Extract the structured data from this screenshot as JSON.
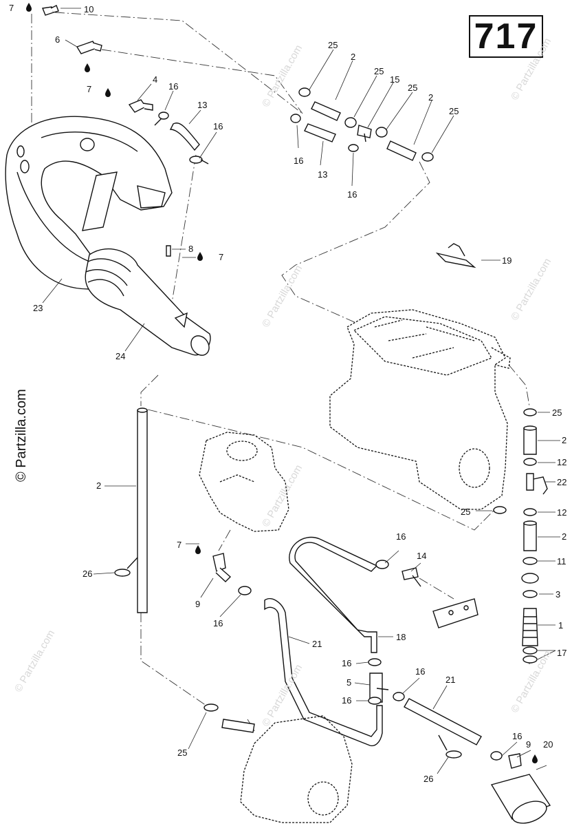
{
  "page_number": "717",
  "copyright": "© Partzilla.com",
  "watermark": "© Partzilla.com",
  "callouts": [
    {
      "id": "c-7a",
      "text": "7",
      "drop": true
    },
    {
      "id": "c-10",
      "text": "10"
    },
    {
      "id": "c-6",
      "text": "6"
    },
    {
      "id": "c-7b",
      "text": "7",
      "drop": true
    },
    {
      "id": "c-4",
      "text": "4"
    },
    {
      "id": "c-16a",
      "text": "16"
    },
    {
      "id": "c-13a",
      "text": "13"
    },
    {
      "id": "c-16b",
      "text": "16"
    },
    {
      "id": "c-25a",
      "text": "25"
    },
    {
      "id": "c-2a",
      "text": "2"
    },
    {
      "id": "c-25b",
      "text": "25"
    },
    {
      "id": "c-15",
      "text": "15"
    },
    {
      "id": "c-25c",
      "text": "25"
    },
    {
      "id": "c-2b",
      "text": "2"
    },
    {
      "id": "c-25d",
      "text": "25"
    },
    {
      "id": "c-16c",
      "text": "16"
    },
    {
      "id": "c-13b",
      "text": "13"
    },
    {
      "id": "c-16d",
      "text": "16"
    },
    {
      "id": "c-8",
      "text": "8"
    },
    {
      "id": "c-7c",
      "text": "7",
      "drop": true
    },
    {
      "id": "c-19",
      "text": "19"
    },
    {
      "id": "c-23",
      "text": "23"
    },
    {
      "id": "c-24",
      "text": "24"
    },
    {
      "id": "c-25e",
      "text": "25"
    },
    {
      "id": "c-2c",
      "text": "2"
    },
    {
      "id": "c-12a",
      "text": "12"
    },
    {
      "id": "c-22",
      "text": "22"
    },
    {
      "id": "c-25f",
      "text": "25"
    },
    {
      "id": "c-12b",
      "text": "12"
    },
    {
      "id": "c-2d",
      "text": "2"
    },
    {
      "id": "c-11",
      "text": "11"
    },
    {
      "id": "c-3",
      "text": "3"
    },
    {
      "id": "c-1",
      "text": "1"
    },
    {
      "id": "c-17",
      "text": "17"
    },
    {
      "id": "c-2e",
      "text": "2"
    },
    {
      "id": "c-26a",
      "text": "26"
    },
    {
      "id": "c-7d",
      "text": "7",
      "drop": true
    },
    {
      "id": "c-9a",
      "text": "9"
    },
    {
      "id": "c-16e",
      "text": "16"
    },
    {
      "id": "c-16f",
      "text": "16"
    },
    {
      "id": "c-14",
      "text": "14"
    },
    {
      "id": "c-21a",
      "text": "21"
    },
    {
      "id": "c-18",
      "text": "18"
    },
    {
      "id": "c-16g",
      "text": "16"
    },
    {
      "id": "c-5",
      "text": "5"
    },
    {
      "id": "c-16h",
      "text": "16"
    },
    {
      "id": "c-16i",
      "text": "16"
    },
    {
      "id": "c-21b",
      "text": "21"
    },
    {
      "id": "c-25g",
      "text": "25"
    },
    {
      "id": "c-26b",
      "text": "26"
    },
    {
      "id": "c-16j",
      "text": "16"
    },
    {
      "id": "c-9b",
      "text": "9"
    },
    {
      "id": "c-20",
      "text": "20",
      "drop": true
    }
  ]
}
